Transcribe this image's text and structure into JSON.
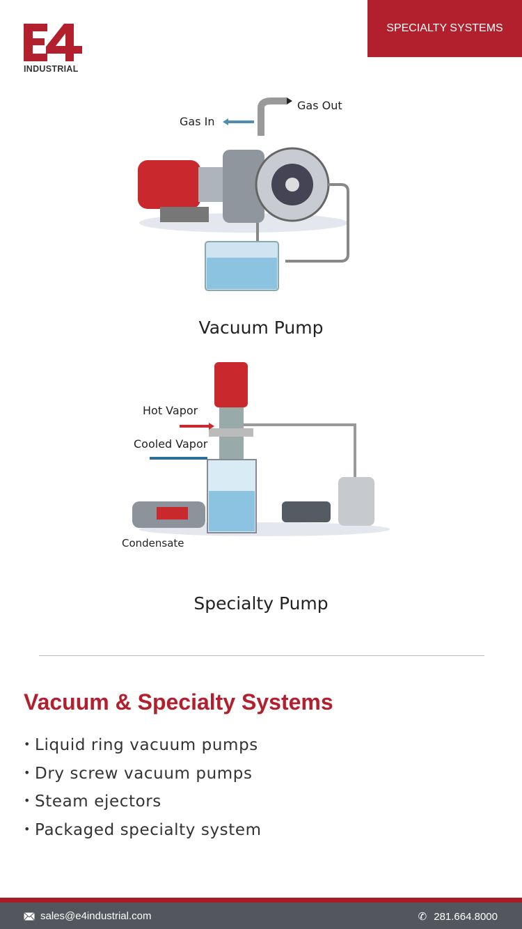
{
  "brand": {
    "logo_mark": "E4",
    "logo_text": "INDUSTRIAL"
  },
  "header": {
    "badge": "SPECIALTY SYSTEMS"
  },
  "figures": [
    {
      "caption": "Vacuum Pump",
      "labels": {
        "gas_in": "Gas In",
        "gas_out": "Gas Out"
      }
    },
    {
      "caption": "Specialty Pump",
      "labels": {
        "hot_vapor": "Hot Vapor",
        "cooled_vapor": "Cooled Vapor",
        "condensate": "Condensate"
      }
    }
  ],
  "section": {
    "title": "Vacuum & Specialty Systems",
    "items": [
      "Liquid ring vacuum pumps",
      "Dry screw vacuum pumps",
      "Steam ejectors",
      "Packaged specialty system"
    ]
  },
  "footer": {
    "email": "sales@e4industrial.com",
    "phone": "281.664.8000"
  },
  "colors": {
    "brand_red": "#b21f2d",
    "footer_gray": "#53565c"
  }
}
